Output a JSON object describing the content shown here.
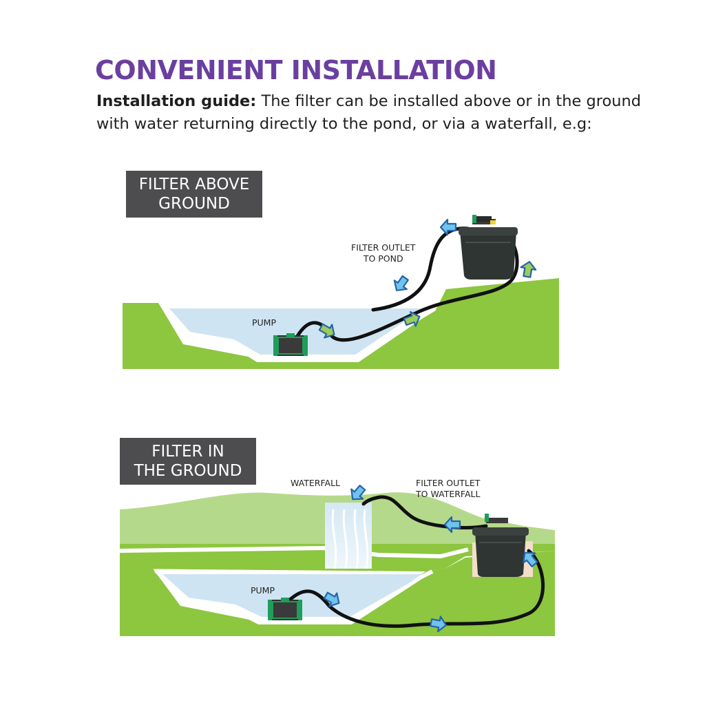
{
  "title": "CONVENIENT INSTALLATION",
  "intro": {
    "bold": "Installation guide:",
    "text": " The filter can be installed above or in the ground with water returning directly to the pond, or via a waterfall, e.g:"
  },
  "diagrams": [
    {
      "label_line1": "FILTER ABOVE",
      "label_line2": "GROUND",
      "callouts": {
        "outlet_line1": "FILTER OUTLET",
        "outlet_line2": "TO POND",
        "pump": "PUMP"
      }
    },
    {
      "label_line1": "FILTER IN",
      "label_line2": "THE GROUND",
      "callouts": {
        "waterfall": "WATERFALL",
        "outlet_line1": "FILTER OUTLET",
        "outlet_line2": "TO WATERFALL",
        "pump": "PUMP"
      }
    }
  ],
  "colors": {
    "title": "#6b3fa0",
    "ground": "#8dc63f",
    "ground_light": "#b5d98a",
    "water": "#cfe4f2",
    "hose": "#111111",
    "arrow_fill": "#6fc3ec",
    "arrow_fill_green": "#9ccc5a",
    "arrow_stroke": "#2464a8",
    "label_box": "#4d4d4f",
    "filter_body": "#2f3532"
  },
  "icons": [
    "flow-arrow-icon",
    "pump-icon",
    "filter-unit-icon",
    "waterfall-icon"
  ]
}
